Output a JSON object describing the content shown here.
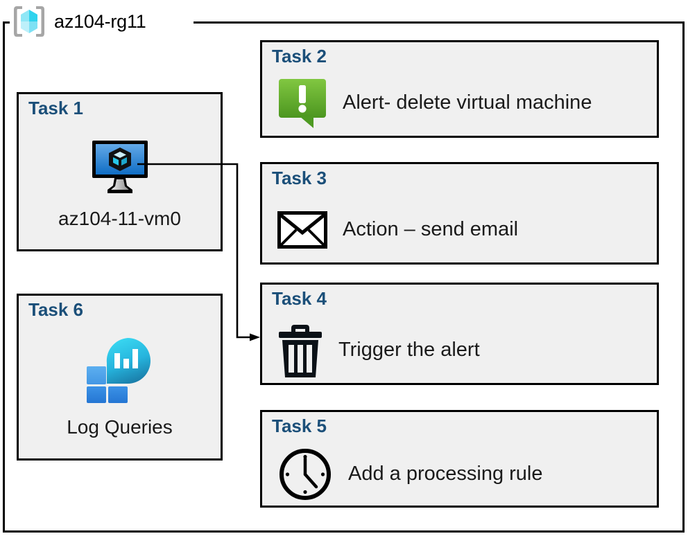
{
  "resource_group": {
    "icon": "resource-group-cube-icon",
    "label": "az104-rg11"
  },
  "colors": {
    "task_title": "#1B4F79",
    "card_fill": "#F0F0F0",
    "card_border": "#000000",
    "alert_green_light": "#7CC24A",
    "alert_green_dark": "#4E9A2F",
    "vm_blue_light": "#5FA8E8",
    "vm_blue_dark": "#1170C7",
    "log_blue_light": "#4FA3EA",
    "log_blue_dark": "#2E86DE",
    "log_cyan": "#32D0EE",
    "log_teal": "#1A82AF",
    "rg_cube_cyan": "#38D6F0",
    "rg_bracket_gray": "#A6A6A6"
  },
  "cards": {
    "task1": {
      "title": "Task 1",
      "icon": "virtual-machine-icon",
      "caption": "az104-11-vm0"
    },
    "task2": {
      "title": "Task 2",
      "icon": "alert-exclamation-callout-icon",
      "label": "Alert- delete virtual machine"
    },
    "task3": {
      "title": "Task 3",
      "icon": "envelope-icon",
      "label": "Action – send email"
    },
    "task4": {
      "title": "Task 4",
      "icon": "trash-can-icon",
      "label": "Trigger the alert"
    },
    "task5": {
      "title": "Task 5",
      "icon": "clock-icon",
      "label": "Add a processing rule"
    },
    "task6": {
      "title": "Task 6",
      "icon": "log-analytics-icon",
      "caption": "Log Queries"
    }
  },
  "connector": {
    "name": "vm-to-task4-arrow",
    "from": "task1.virtual-machine-icon",
    "to": "task4"
  }
}
